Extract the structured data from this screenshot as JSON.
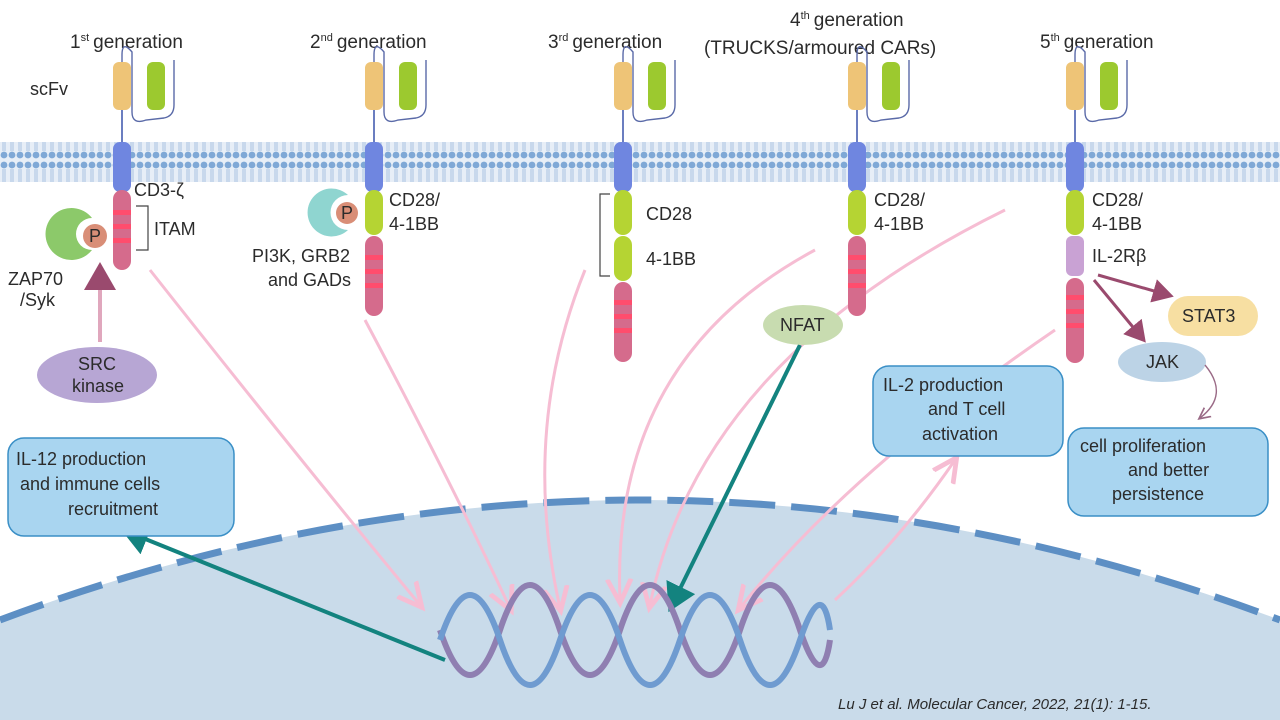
{
  "generations": [
    {
      "num": "1",
      "sup": "st",
      "label": "generation"
    },
    {
      "num": "2",
      "sup": "nd",
      "label": "generation"
    },
    {
      "num": "3",
      "sup": "rd",
      "label": "generation"
    },
    {
      "num": "4",
      "sup": "th",
      "label": "generation",
      "sub": "(TRUCKS/armoured CARs)"
    },
    {
      "num": "5",
      "sup": "th",
      "label": "generation"
    }
  ],
  "labels": {
    "scfv": "scFv",
    "cd3z": "CD3-ζ",
    "itam": "ITAM",
    "p": "P",
    "zap70_1": "ZAP70",
    "zap70_2": "/Syk",
    "src_1": "SRC",
    "src_2": "kinase",
    "cd28_41bb_1": "CD28/",
    "cd28_41bb_2": "4-1BB",
    "pi3k_1": "PI3K, GRB2",
    "pi3k_2": "and GADs",
    "cd28": "CD28",
    "bb41": "4-1BB",
    "nfat": "NFAT",
    "il2rb": "IL-2Rβ",
    "stat3": "STAT3",
    "jak": "JAK"
  },
  "boxes": {
    "il12": [
      "IL-12 production",
      "and immune cells",
      "recruitment"
    ],
    "il2": [
      "IL-2 production",
      "and T cell",
      "activation"
    ],
    "prolif": [
      "cell proliferation",
      "and better",
      "persistence"
    ]
  },
  "citation": "Lu J et al. Molecular Cancer, 2022, 21(1): 1-15.",
  "colors": {
    "membrane": "#7fa8d6",
    "nucleus": "#c9dbea",
    "cd3z": "#d56b8c",
    "costim": "#b5d433",
    "tm": "#6f86e0",
    "scfv_heavy": "#eec477",
    "scfv_light": "#9cc92f",
    "box_fill": "#a9d5f0",
    "box_stroke": "#3a8fc6",
    "teal_arrow": "#13837f",
    "pink_arrow": "#f6bdd3"
  }
}
